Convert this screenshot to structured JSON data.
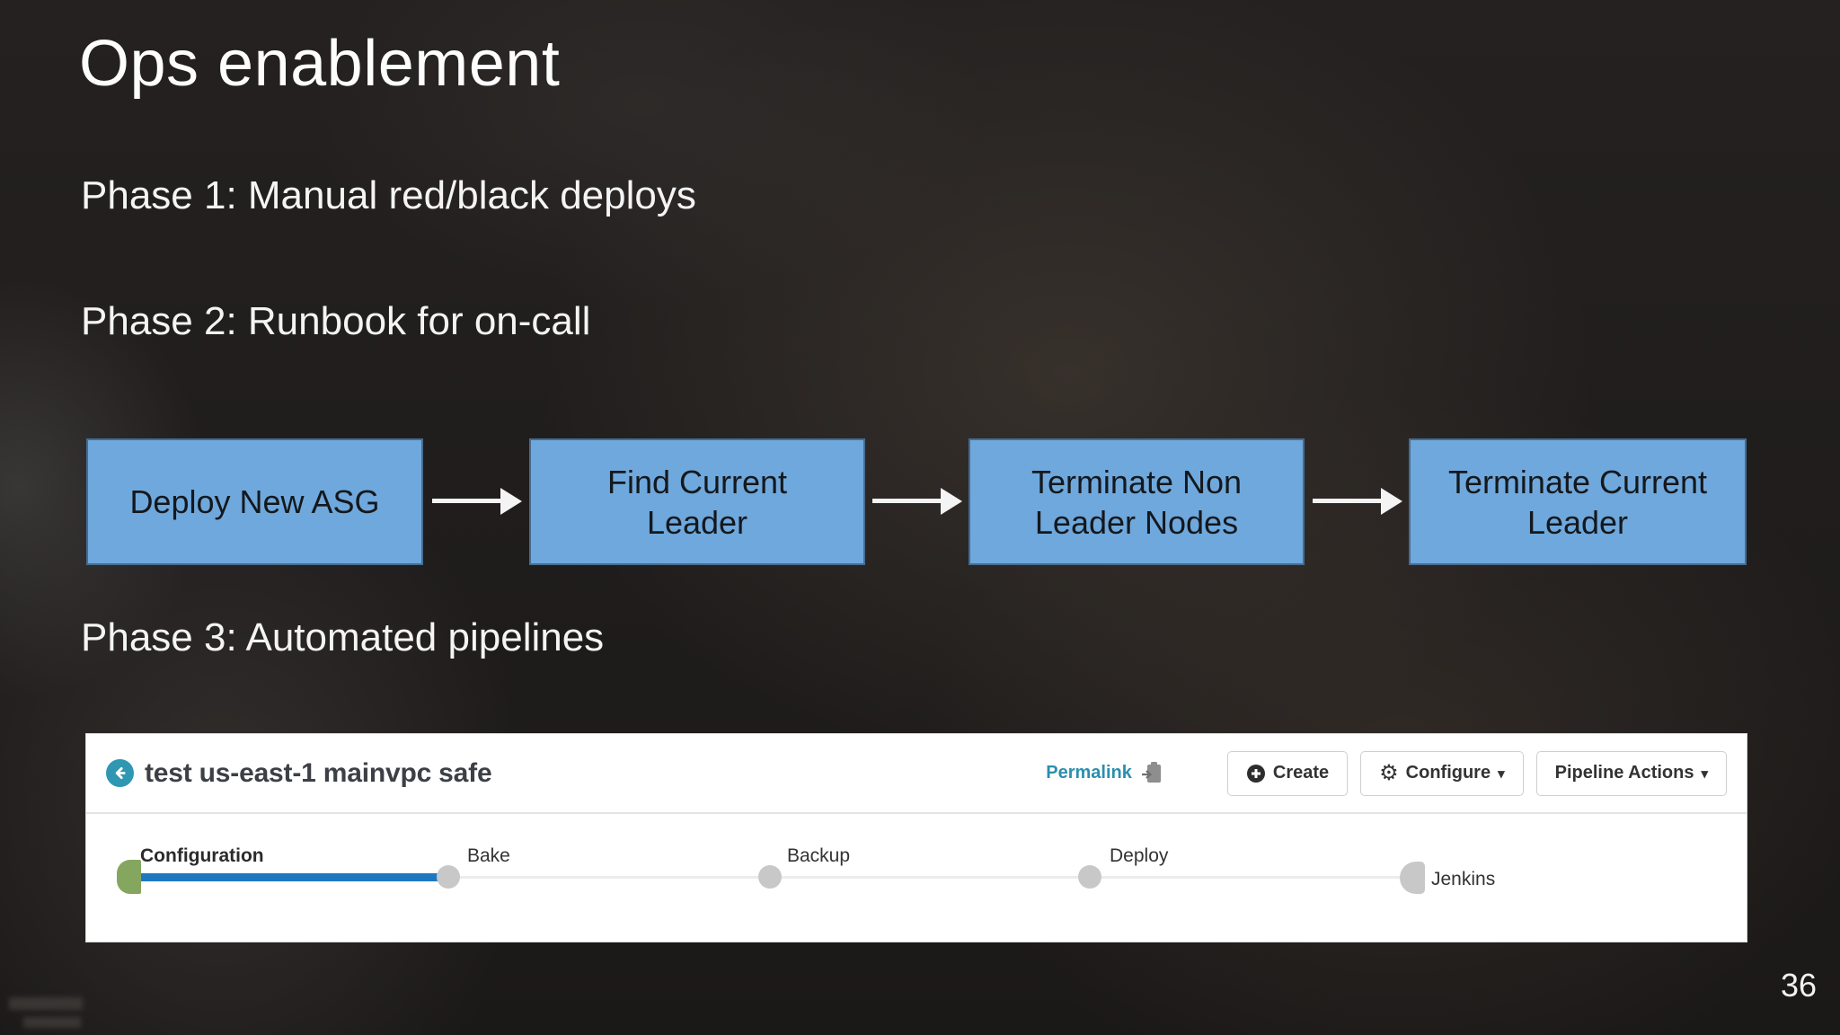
{
  "slide": {
    "title": "Ops enablement",
    "phase1": "Phase 1: Manual red/black deploys",
    "phase2": "Phase 2: Runbook for on-call",
    "phase3": "Phase 3: Automated pipelines",
    "page_number": "36"
  },
  "flowchart": {
    "box_color": "#6fa8dc",
    "arrow_color": "#f4f4f4",
    "steps": [
      {
        "label": "Deploy New ASG"
      },
      {
        "label": "Find Current Leader"
      },
      {
        "label": "Terminate Non Leader Nodes"
      },
      {
        "label": "Terminate Current Leader"
      }
    ]
  },
  "pipeline_ui": {
    "back_icon": "arrow-left-circle-icon",
    "title": "test us-east-1 mainvpc safe",
    "permalink_label": "Permalink",
    "copy_icon": "clipboard-copy-icon",
    "buttons": {
      "create": "Create",
      "configure": "Configure",
      "pipeline_actions": "Pipeline Actions"
    },
    "stages": [
      {
        "label": "Configuration",
        "state": "current"
      },
      {
        "label": "Bake",
        "state": "pending"
      },
      {
        "label": "Backup",
        "state": "pending"
      },
      {
        "label": "Deploy",
        "state": "pending"
      },
      {
        "label": "Jenkins",
        "state": "pending"
      }
    ],
    "colors": {
      "progress_blue": "#1e78c0",
      "start_cap_green": "#84a65e",
      "pending_gray": "#c8c8c8",
      "link_teal": "#2b8fae",
      "back_icon_teal": "#2f97b2"
    }
  }
}
